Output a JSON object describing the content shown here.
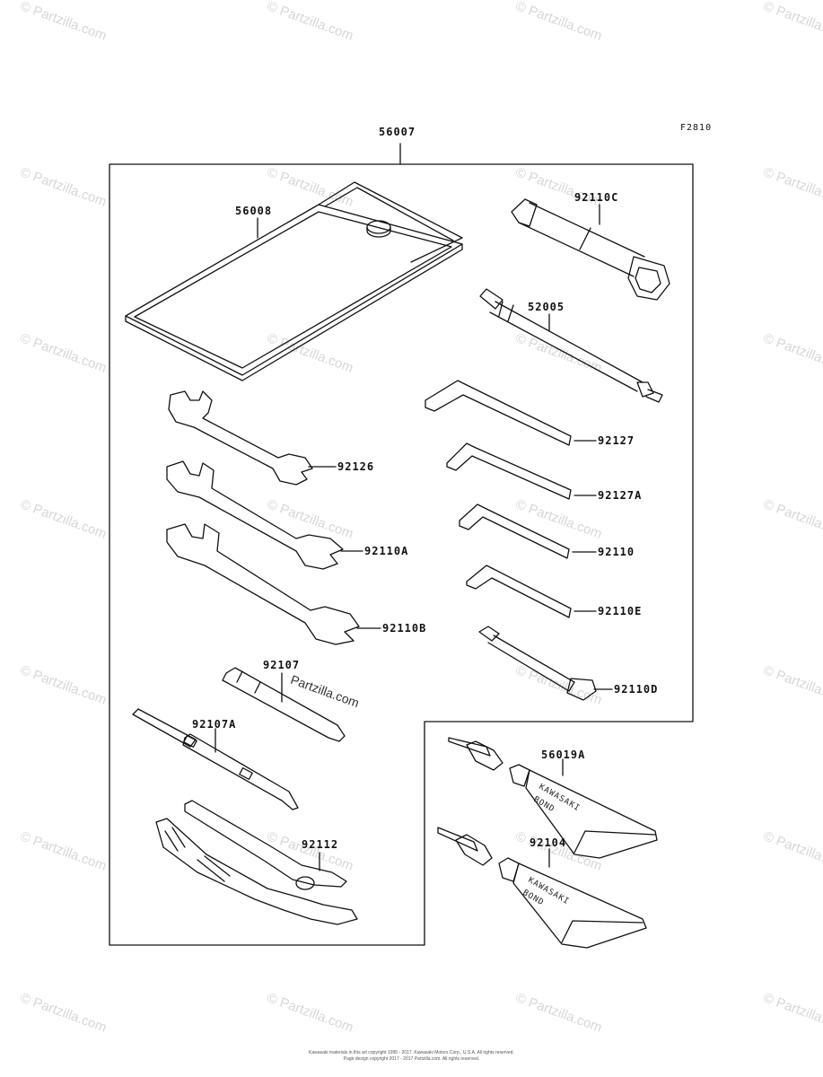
{
  "figure_number": "F2810",
  "assembly_label": "56007",
  "parts": [
    {
      "id": "p56008",
      "number": "56008"
    },
    {
      "id": "p92110C",
      "number": "92110C"
    },
    {
      "id": "p52005",
      "number": "52005"
    },
    {
      "id": "p92127",
      "number": "92127"
    },
    {
      "id": "p92127A",
      "number": "92127A"
    },
    {
      "id": "p92110",
      "number": "92110"
    },
    {
      "id": "p92110E",
      "number": "92110E"
    },
    {
      "id": "p92110D",
      "number": "92110D"
    },
    {
      "id": "p92126",
      "number": "92126"
    },
    {
      "id": "p92110A",
      "number": "92110A"
    },
    {
      "id": "p92110B",
      "number": "92110B"
    },
    {
      "id": "p92107",
      "number": "92107"
    },
    {
      "id": "p92107A",
      "number": "92107A"
    },
    {
      "id": "p92112",
      "number": "92112"
    },
    {
      "id": "p56019A",
      "number": "56019A"
    },
    {
      "id": "p92104",
      "number": "92104"
    }
  ],
  "tube_text": {
    "brand": "KAWASAKI",
    "product": "BOND"
  },
  "watermark": "© Partzilla.com",
  "center_watermark": "Partzilla.com",
  "copyright_line1": "Kawasaki materials in this art copyright 1995 - 2017. Kawasaki Motors Corp., U.S.A. All rights reserved.",
  "copyright_line2": "Page design copyright 2017 - 2017 Partzilla.com. All rights reserved."
}
